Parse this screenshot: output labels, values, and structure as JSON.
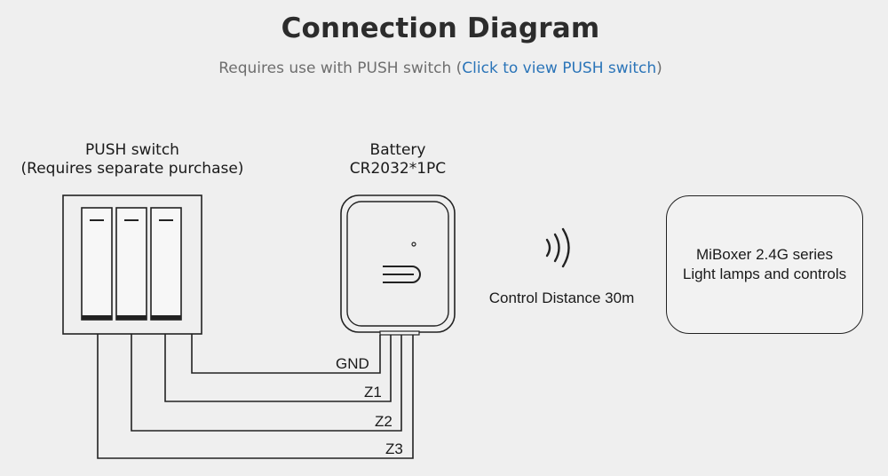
{
  "header": {
    "title": "Connection Diagram",
    "subtitle_prefix": "Requires use with PUSH switch (",
    "subtitle_link": "Click to view PUSH switch",
    "subtitle_suffix": ")"
  },
  "push_switch": {
    "title": "PUSH switch",
    "note": "(Requires separate purchase)"
  },
  "battery": {
    "title": "Battery",
    "spec": "CR2032*1PC"
  },
  "wireless": {
    "distance_text": "Control Distance 30m",
    "icon": "wireless-signal-icon"
  },
  "miboxer": {
    "line1": "MiBoxer 2.4G series",
    "line2": "Light lamps and controls"
  },
  "wires": [
    "GND",
    "Z1",
    "Z2",
    "Z3"
  ],
  "colors": {
    "link": "#2a74b8",
    "title": "#2c2c2c",
    "subtitle": "#6e6e6e",
    "line": "#222222"
  }
}
